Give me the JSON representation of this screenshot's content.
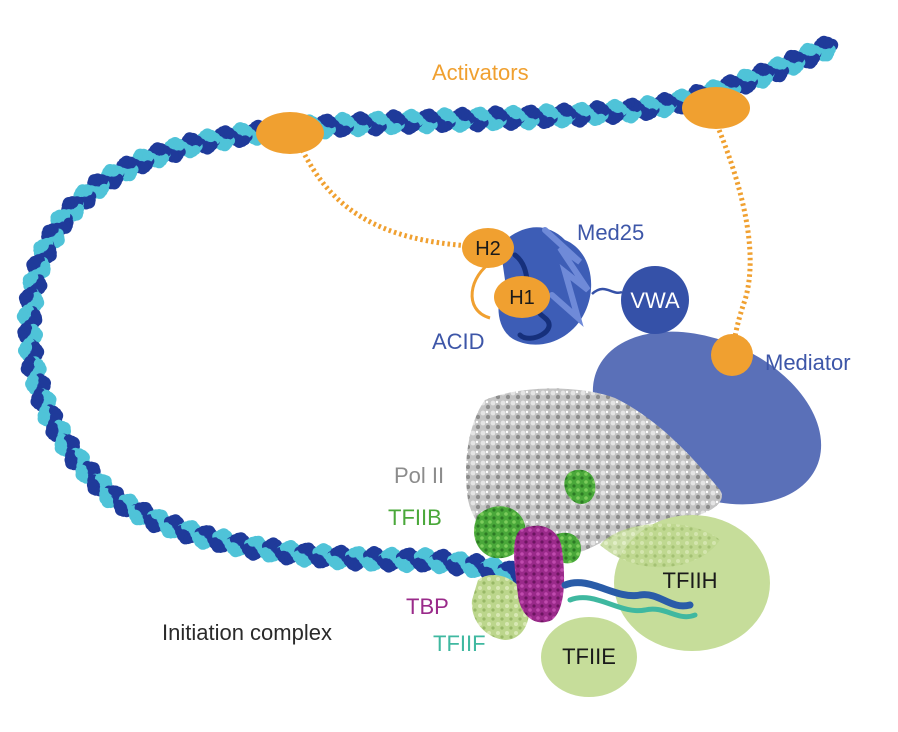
{
  "labels": {
    "activators": "Activators",
    "med25": "Med25",
    "h2": "H2",
    "h1": "H1",
    "acid": "ACID",
    "vwa": "VWA",
    "mediator": "Mediator",
    "pol2": "Pol II",
    "tfiib": "TFIIB",
    "tbp": "TBP",
    "tfiif": "TFIIF",
    "tfiie": "TFIIE",
    "tfiih": "TFIIH",
    "initiation": "Initiation complex"
  },
  "colors": {
    "dna_dark": "#1f3a9a",
    "dna_light": "#4fc3d8",
    "activator": "#f0a030",
    "mediator": "#5a70b8",
    "vwa": "#3551a8",
    "med25_text": "#3d56a8",
    "pol2": "#b8b8b8",
    "tfiib": "#4aa83a",
    "tbp": "#9a2a8a",
    "tfiif": "#3fb8a0",
    "tf_light_green": "#c6dd9a",
    "label_gray": "#8c8c8c",
    "label_dark": "#2a2a2a"
  }
}
